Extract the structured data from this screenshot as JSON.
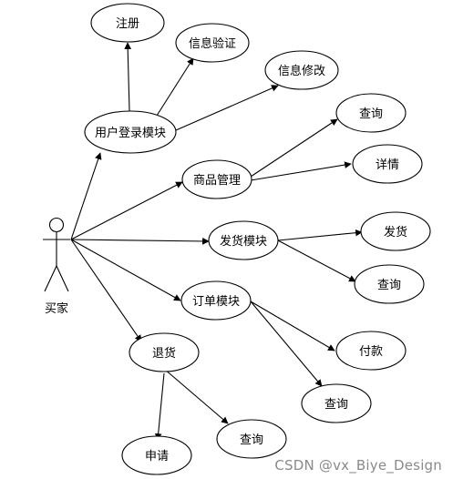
{
  "actor": {
    "label": "买家"
  },
  "nodes": {
    "login": "用户登录模块",
    "register": "注册",
    "info_verify": "信息验证",
    "info_modify": "信息修改",
    "product_mgmt": "商品管理",
    "product_query": "查询",
    "product_detail": "详情",
    "shipping": "发货模块",
    "ship": "发货",
    "ship_query": "查询",
    "order": "订单模块",
    "pay": "付款",
    "order_query": "查询",
    "refund": "退货",
    "apply": "申请",
    "refund_query": "查询"
  },
  "watermark": "CSDN @vx_Biye_Design",
  "colors": {
    "stroke": "#000000",
    "fill": "#ffffff",
    "watermark": "#8a8a8a"
  }
}
